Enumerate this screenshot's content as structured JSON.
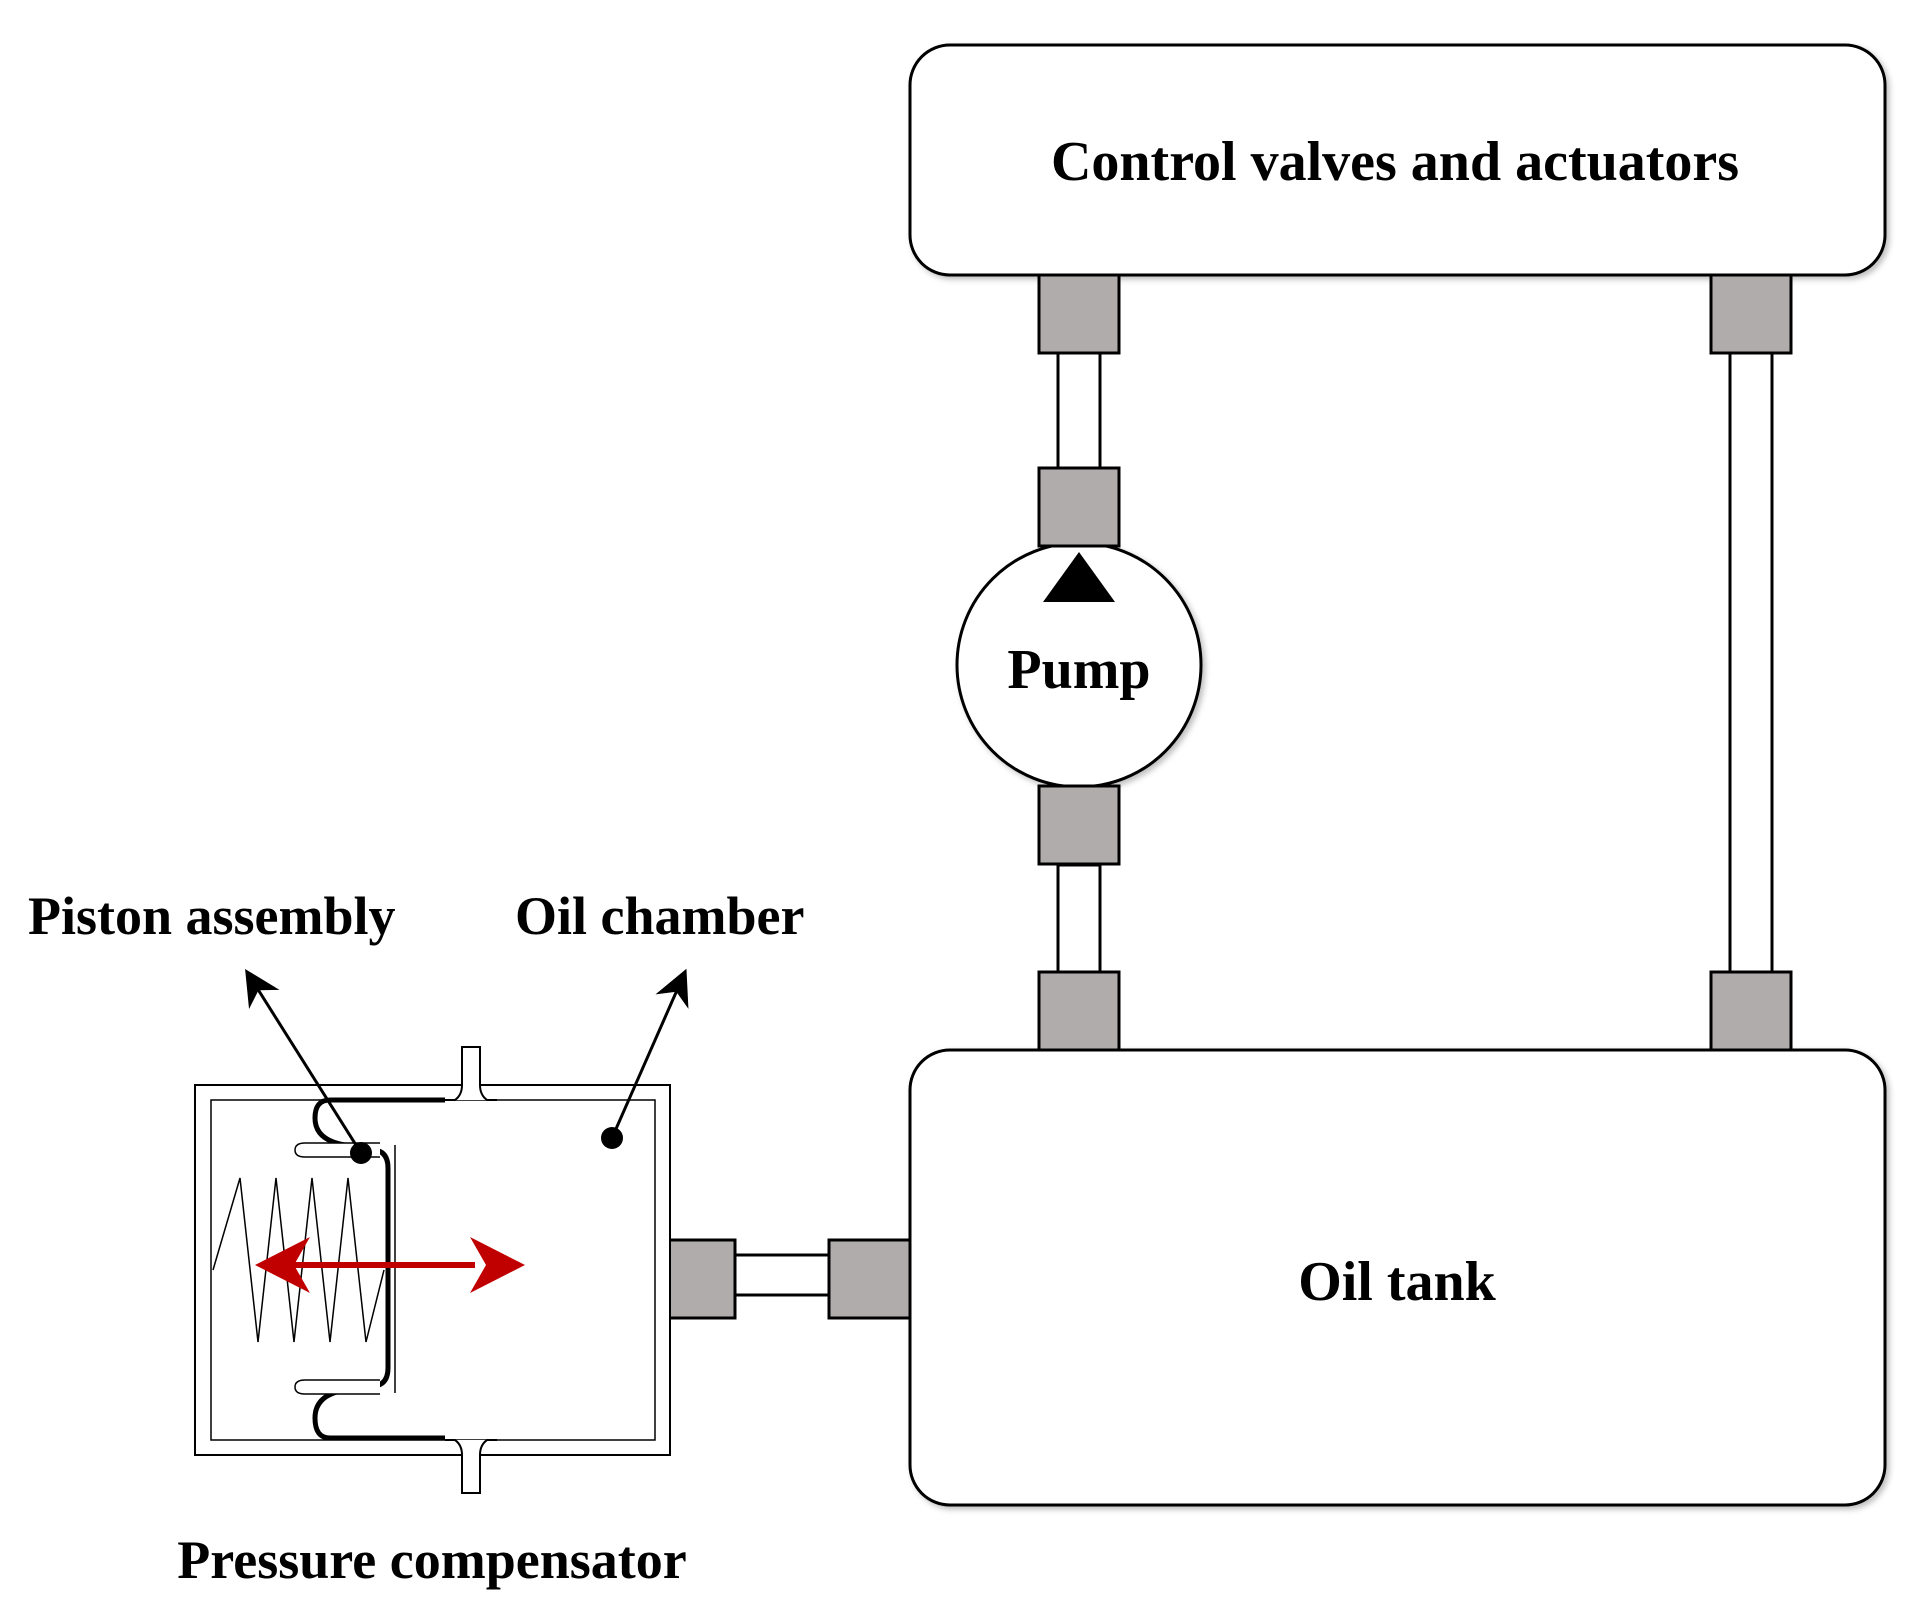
{
  "labels": {
    "control": "Control valves and actuators",
    "pump": "Pump",
    "oil_tank": "Oil tank",
    "piston": "Piston assembly",
    "oil_chamber": "Oil chamber",
    "compensator": "Pressure compensator"
  },
  "colors": {
    "connector_fill": "#b0acab",
    "outline": "#000000",
    "motion_arrow": "#c00000",
    "background": "#ffffff"
  },
  "icons": {
    "pump_direction": "triangle-up-icon",
    "piston_motion": "double-arrow-icon"
  }
}
